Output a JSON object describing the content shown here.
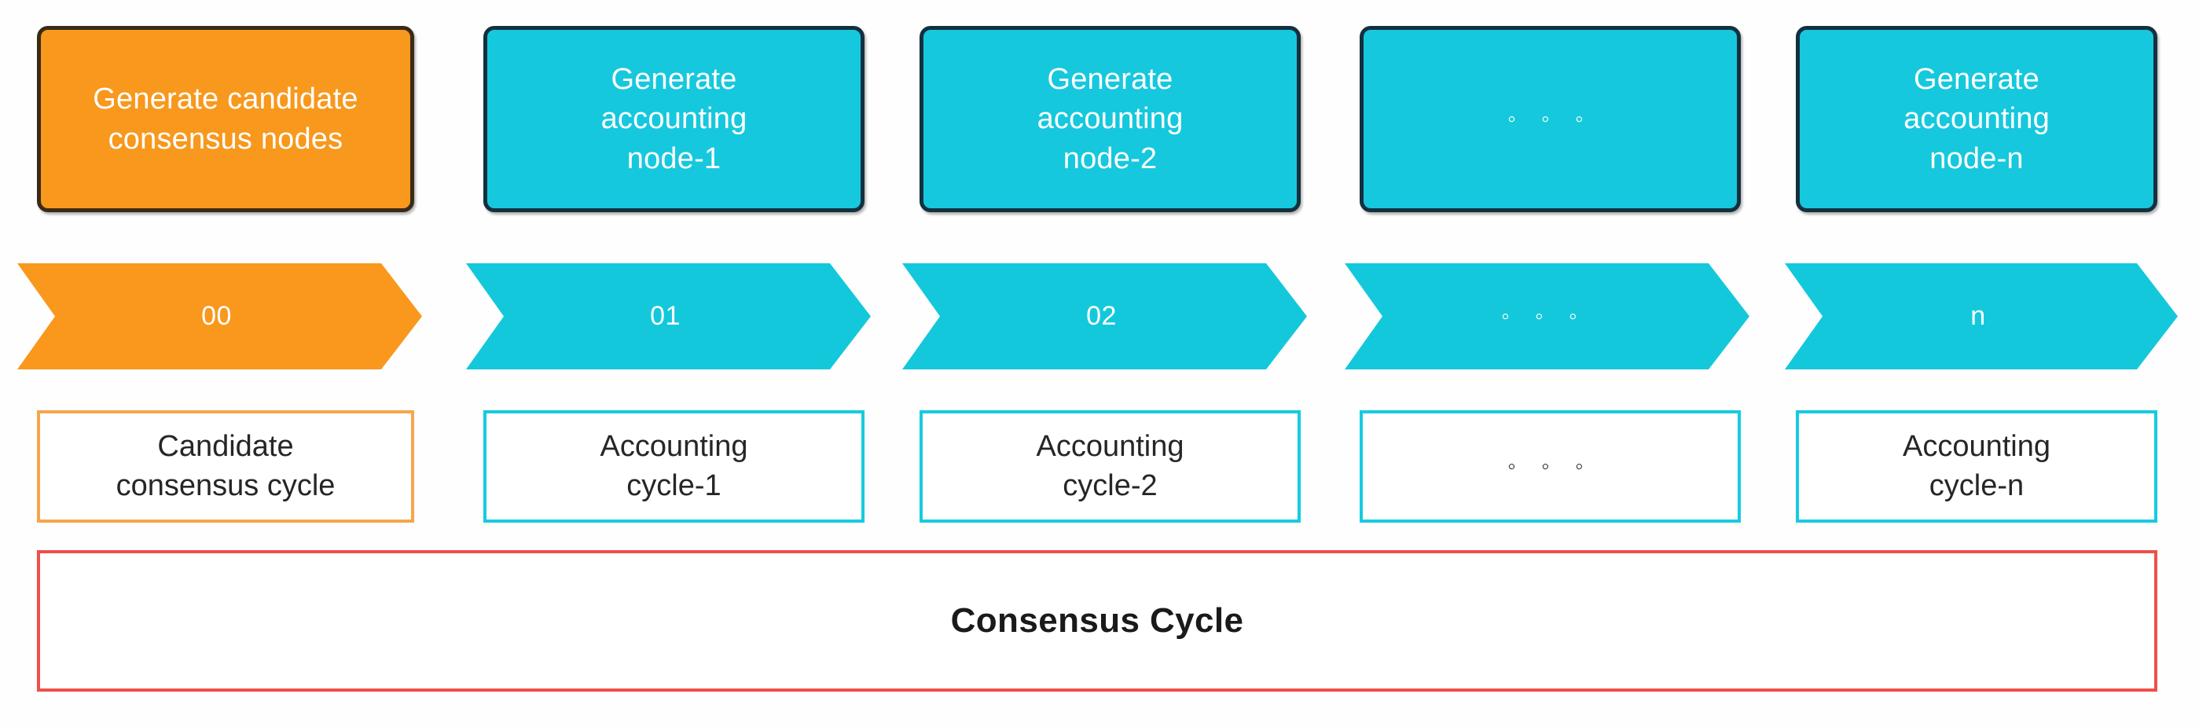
{
  "diagram": {
    "title": "Consensus Cycle",
    "colors": {
      "orange_fill": "#f8981d",
      "cyan_fill": "#16c8dd",
      "node_border_dark": "#17313f",
      "cyan_outline": "#16cbe0",
      "orange_outline": "#f6a64a",
      "red_outline": "#ef4f4a",
      "text_dark": "#262626",
      "text_light": "#ffffff"
    },
    "columns": [
      {
        "id": "col-0",
        "accent": "orange",
        "node_label": "Generate candidate\nconsensus nodes",
        "step_number": "00",
        "cycle_label": "Candidate\nconsensus cycle"
      },
      {
        "id": "col-1",
        "accent": "cyan",
        "node_label": "Generate\naccounting\nnode-1",
        "step_number": "01",
        "cycle_label": "Accounting\ncycle-1"
      },
      {
        "id": "col-2",
        "accent": "cyan",
        "node_label": "Generate\naccounting\nnode-2",
        "step_number": "02",
        "cycle_label": "Accounting\ncycle-2"
      },
      {
        "id": "col-ellipsis",
        "accent": "cyan",
        "node_label": "◦ ◦ ◦",
        "step_number": "◦ ◦ ◦",
        "cycle_label": "◦ ◦ ◦",
        "is_ellipsis": true
      },
      {
        "id": "col-n",
        "accent": "cyan",
        "node_label": "Generate\naccounting\nnode-n",
        "step_number": "n",
        "cycle_label": "Accounting\ncycle-n"
      }
    ],
    "banner": {
      "label": "Consensus Cycle"
    }
  }
}
